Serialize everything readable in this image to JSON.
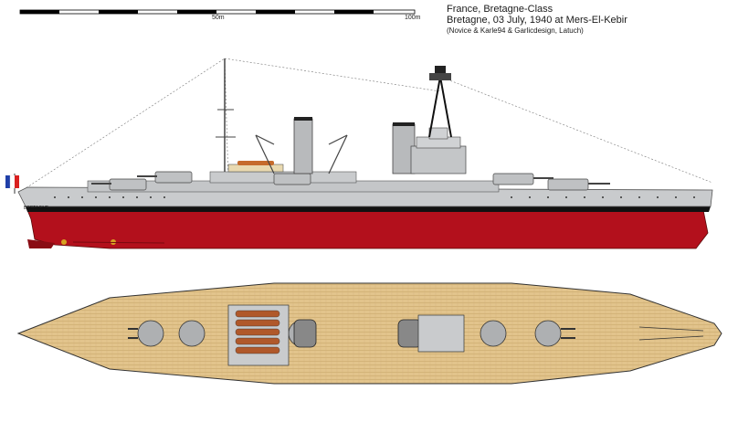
{
  "caption": {
    "line1": "France, Bretagne-Class",
    "line2": "Bretagne, 03 July, 1940 at Mers-El-Kebir",
    "line3": "(Novice & Karle94 & Garlicdesign, Latuch)"
  },
  "scale": {
    "label_mid": "50m",
    "label_end": "100m"
  },
  "ship": {
    "hull_name": "BRETAGNE",
    "colors": {
      "hull_red": "#b3101c",
      "hull_grey": "#c9cbcd",
      "deck_wood": "#e2c48c",
      "waterline": "#111111",
      "flag_blue": "#1f3fa8",
      "flag_red": "#d92020"
    }
  }
}
